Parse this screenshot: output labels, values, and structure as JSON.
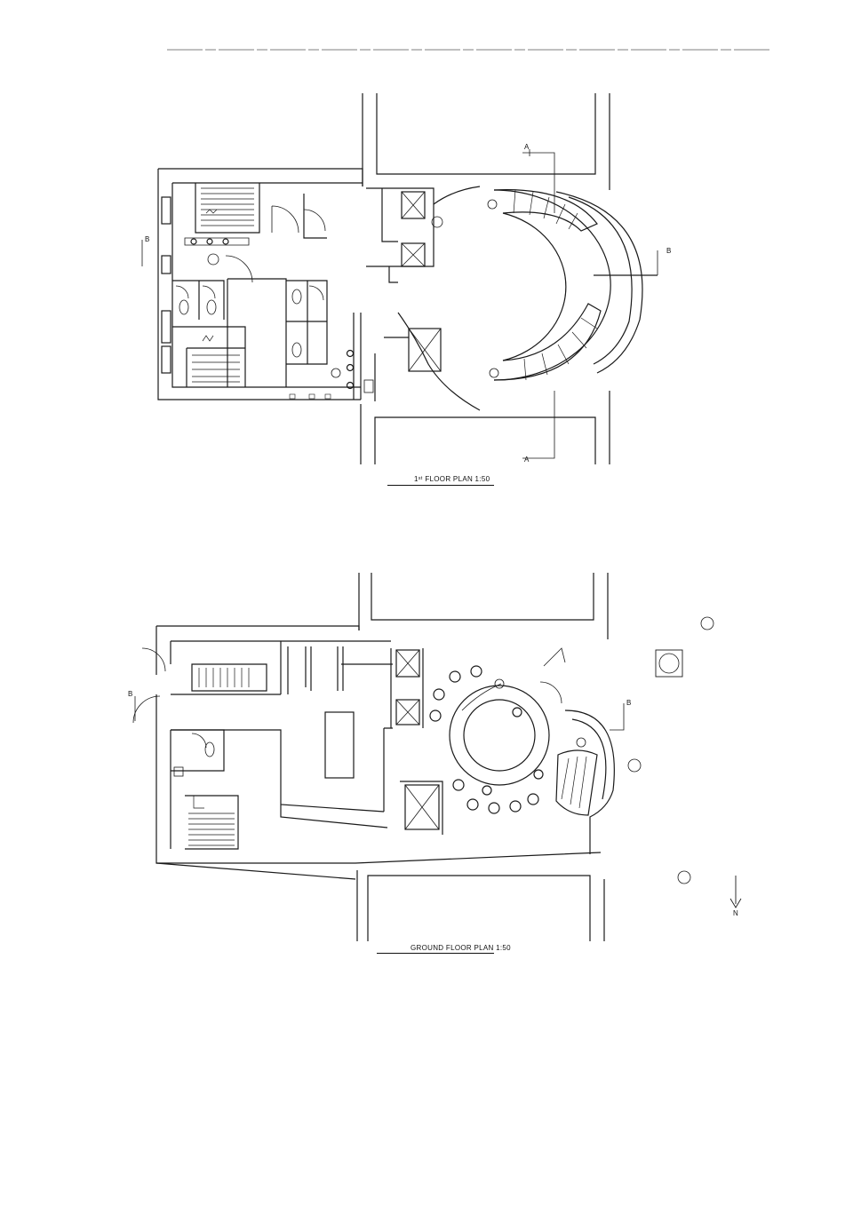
{
  "drawing": {
    "first_floor_title": "1ˢᵗ FLOOR PLAN 1:50",
    "ground_floor_title": "GROUND FLOOR PLAN 1:50",
    "section_labels": {
      "a": "A",
      "b": "B"
    },
    "north_label": "N"
  }
}
